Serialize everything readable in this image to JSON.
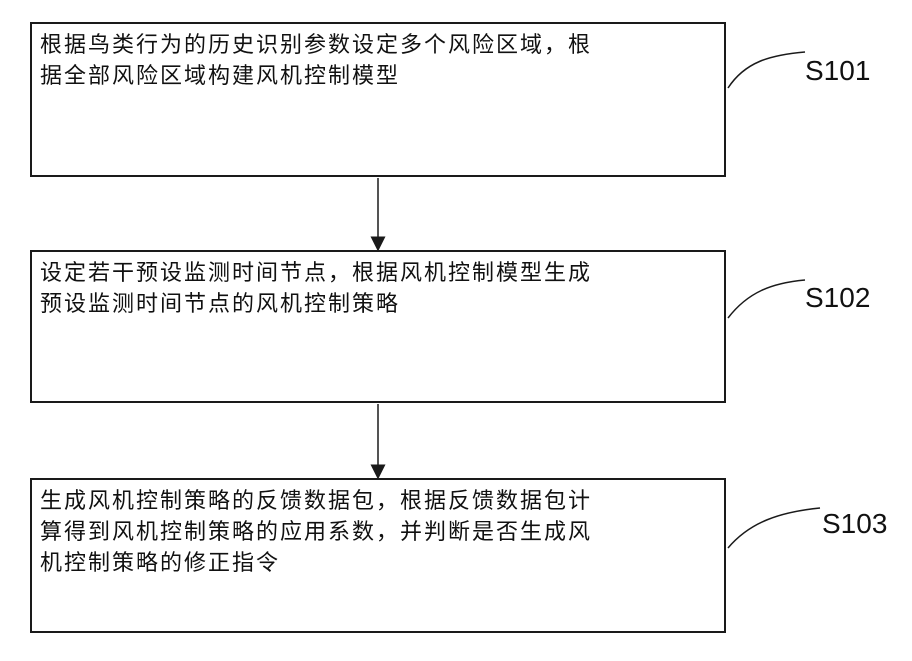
{
  "steps": [
    {
      "id": "S101",
      "text": "根据鸟类行为的历史识别参数设定多个风险区域，根\n据全部风险区域构建风机控制模型"
    },
    {
      "id": "S102",
      "text": "设定若干预设监测时间节点，根据风机控制模型生成\n预设监测时间节点的风机控制策略"
    },
    {
      "id": "S103",
      "text": "生成风机控制策略的反馈数据包，根据反馈数据包计\n算得到风机控制策略的应用系数，并判断是否生成风\n机控制策略的修正指令"
    }
  ]
}
